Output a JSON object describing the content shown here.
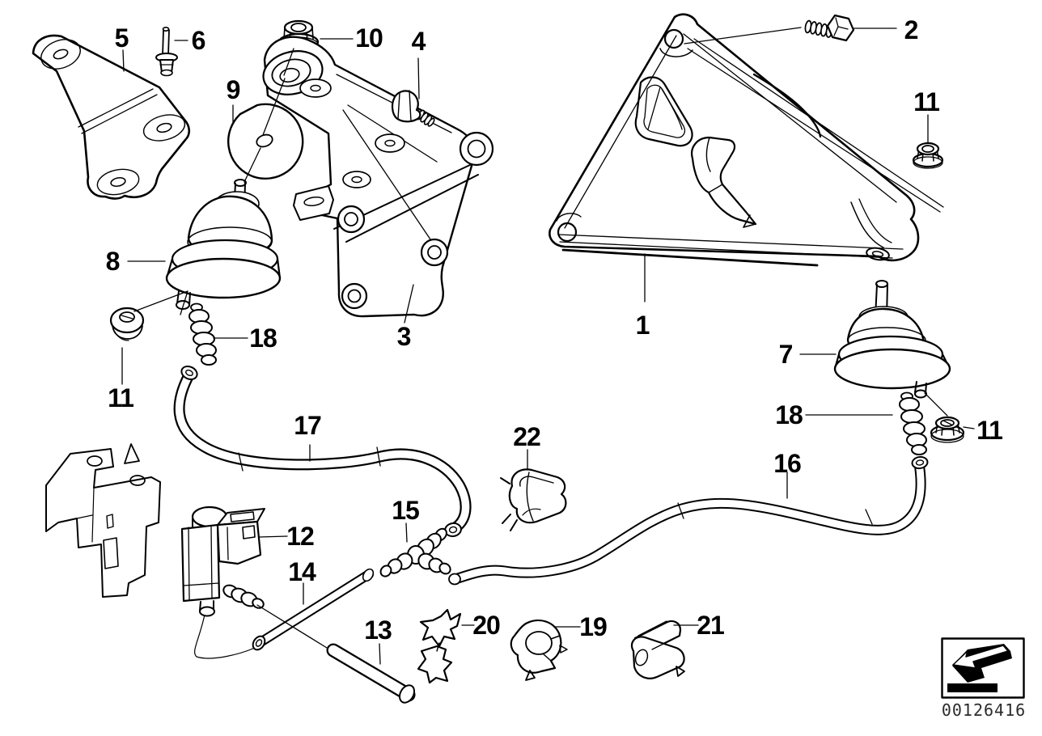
{
  "diagram": {
    "type": "exploded-parts-diagram",
    "background": "#ffffff",
    "line_color": "#000000",
    "image_number": "00126416",
    "stamp": {
      "arrow_icon": "diagonal-back-arrow"
    },
    "labels": [
      {
        "text": "5"
      },
      {
        "text": "6"
      },
      {
        "text": "10"
      },
      {
        "text": "4"
      },
      {
        "text": "9"
      },
      {
        "text": "2"
      },
      {
        "text": "11"
      },
      {
        "text": "3"
      },
      {
        "text": "8"
      },
      {
        "text": "18"
      },
      {
        "text": "11"
      },
      {
        "text": "1"
      },
      {
        "text": "7"
      },
      {
        "text": "18"
      },
      {
        "text": "11"
      },
      {
        "text": "16"
      },
      {
        "text": "17"
      },
      {
        "text": "22"
      },
      {
        "text": "15"
      },
      {
        "text": "12"
      },
      {
        "text": "14"
      },
      {
        "text": "13"
      },
      {
        "text": "20"
      },
      {
        "text": "19"
      },
      {
        "text": "21"
      }
    ]
  }
}
